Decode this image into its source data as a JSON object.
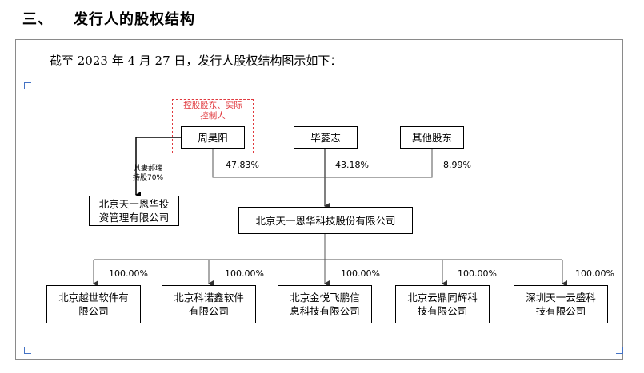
{
  "heading": {
    "number": "三、",
    "title": "发行人的股权结构"
  },
  "intro": "截至 2023 年 4 月 27 日，发行人股权结构图示如下：",
  "chart": {
    "controller_label": "控股股东、实际\n控制人",
    "shareholders": [
      {
        "name": "周昊阳",
        "pct": "47.83%"
      },
      {
        "name": "毕菱志",
        "pct": "43.18%"
      },
      {
        "name": "其他股东",
        "pct": "8.99%"
      }
    ],
    "side_entity": "北京天一恩华投\n资管理有限公司",
    "side_note": "其妻郝瑞\n持股70%",
    "issuer": "北京天一恩华科技股份有限公司",
    "subsidiaries": [
      {
        "name": "北京越世软件有\n限公司",
        "pct": "100.00%"
      },
      {
        "name": "北京科诺鑫软件\n有限公司",
        "pct": "100.00%"
      },
      {
        "name": "北京金悦飞鹏信\n息科技有限公司",
        "pct": "100.00%"
      },
      {
        "name": "北京云鼎同辉科\n技有限公司",
        "pct": "100.00%"
      },
      {
        "name": "深圳天一云盛科\n技有限公司",
        "pct": "100.00%"
      }
    ]
  }
}
